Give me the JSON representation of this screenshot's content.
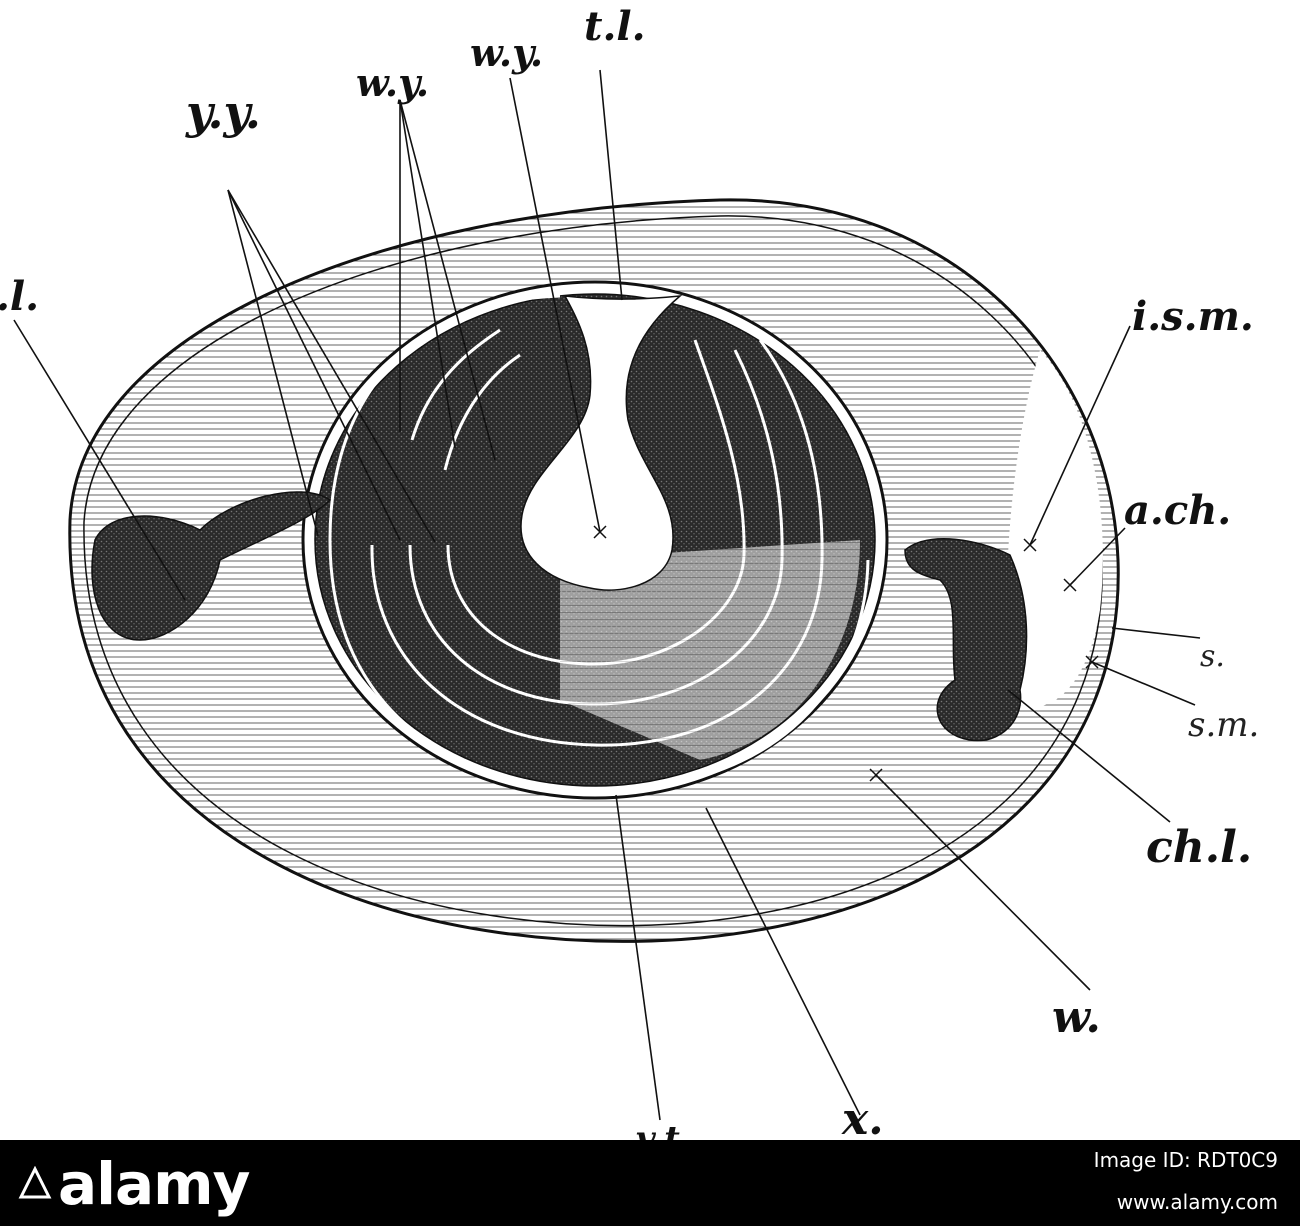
{
  "labels": {
    "tl": "t.l.",
    "wy_top": "w.y.",
    "wy_left": "w.y.",
    "yy": "y.y.",
    "chl_left": ".l.",
    "ism": "i.s.m.",
    "ach": "a.ch.",
    "s": "s.",
    "sm": "s.m.",
    "chl_right": "ch.l.",
    "w": "w.",
    "vt": "v.t.",
    "x": "x."
  },
  "footer": {
    "brand": "alamy",
    "image_id": "Image ID: RDT0C9",
    "site": "www.alamy.com"
  },
  "colors": {
    "ink": "#111111",
    "paper": "#ffffff",
    "footer_bg": "#000000"
  }
}
